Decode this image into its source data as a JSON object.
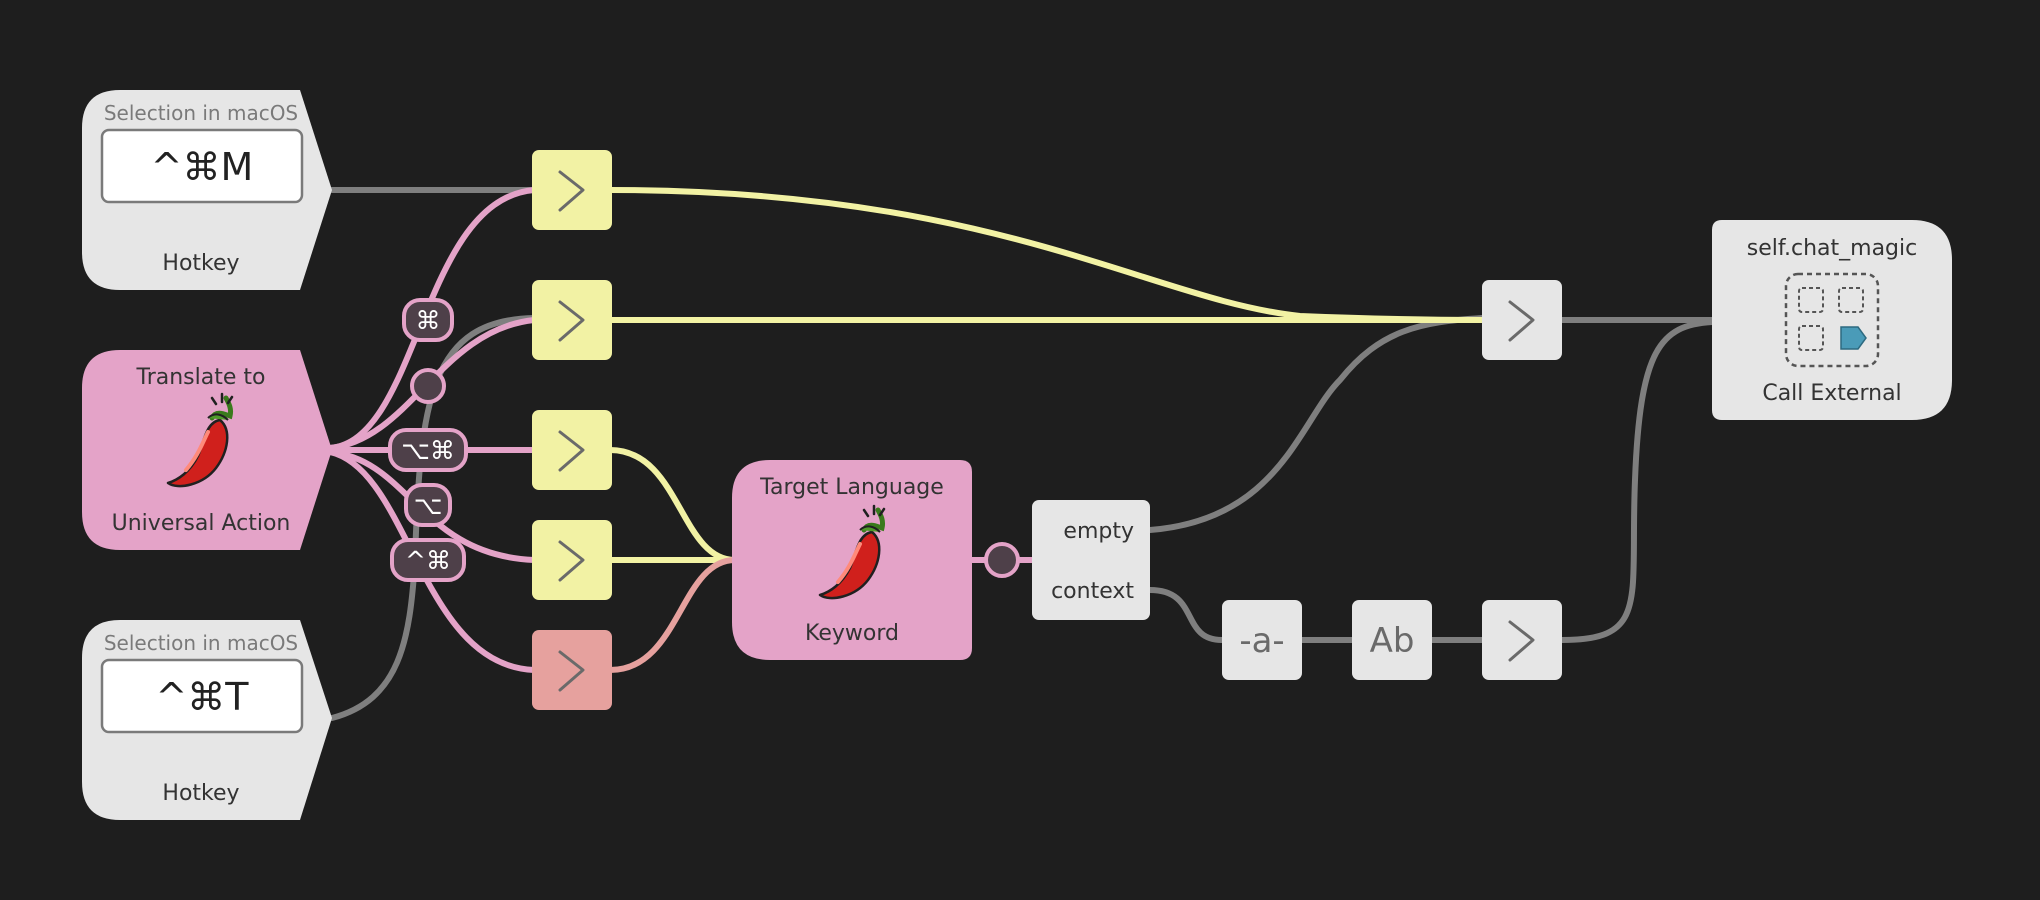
{
  "hotkey_top": {
    "caption": "Selection in macOS",
    "keys": "^⌘M",
    "type": "Hotkey"
  },
  "hotkey_bottom": {
    "caption": "Selection in macOS",
    "keys": "^⌘T",
    "type": "Hotkey"
  },
  "universal_action": {
    "title": "Translate to",
    "icon": "chili-pepper-icon",
    "type": "Universal Action"
  },
  "keyword": {
    "title": "Target Language",
    "icon": "chili-pepper-icon",
    "type": "Keyword"
  },
  "modifiers": {
    "cmd": "⌘",
    "opt_cmd": "⌥⌘",
    "opt": "⌥",
    "ctrl_cmd": "^⌘"
  },
  "conditional": {
    "empty": "empty",
    "context": "context"
  },
  "utilities": {
    "replace": "-a-",
    "transform": "Ab"
  },
  "call_external": {
    "title": "self.chat_magic",
    "icon": "external-trigger-icon",
    "type": "Call External"
  },
  "colors": {
    "background": "#1e1e1e",
    "pink": "#e4a3c8",
    "yellow": "#f2f2a4",
    "salmon": "#e6a19e",
    "gray_node": "#e6e6e6",
    "gray_wire": "#7f7f7f",
    "teal": "#4a9bb8"
  }
}
